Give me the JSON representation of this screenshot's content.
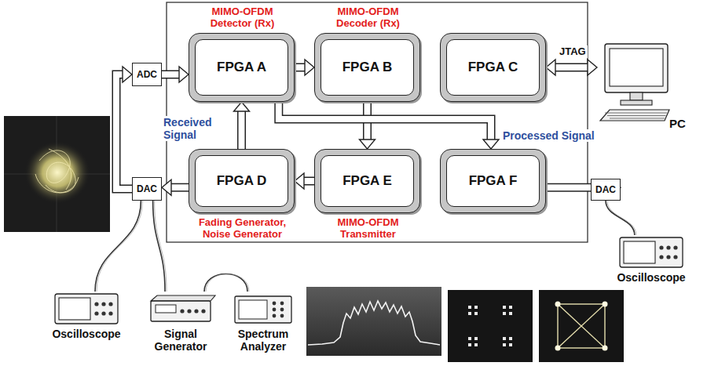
{
  "diagram": {
    "nodes": [
      {
        "text": [
          "MIMO-OFDM Detector (Rx)",
          "FPGA A"
        ]
      },
      {
        "text": [
          "MIMO-OFDM Decoder (Rx)",
          "FPGA B"
        ]
      },
      {
        "text": [
          "FPGA C"
        ]
      },
      {
        "text": [
          "FPGA D",
          "Fading Generator, Noise Generator"
        ]
      },
      {
        "text": [
          "FPGA E",
          "MIMO-OFDM Transmitter"
        ]
      },
      {
        "text": [
          "FPGA F"
        ]
      },
      {
        "text": [
          "ADC"
        ]
      },
      {
        "text": [
          "DAC"
        ]
      },
      {
        "text": [
          "DAC"
        ]
      },
      {
        "text": [
          "PC"
        ]
      },
      {
        "text": [
          "Oscilloscope"
        ]
      },
      {
        "text": [
          "Signal Generator"
        ]
      },
      {
        "text": [
          "Spectrum Analyzer"
        ]
      },
      {
        "text": [
          "Oscilloscope"
        ]
      }
    ],
    "edges": [
      {
        "from": 6,
        "to": 0,
        "arrow": "to"
      },
      {
        "from": 0,
        "to": 1,
        "arrow": "to"
      },
      {
        "from": 1,
        "to": 4,
        "arrow": "to"
      },
      {
        "from": 0,
        "to": 5,
        "label": "Processed Signal",
        "arrow": "to"
      },
      {
        "from": 4,
        "to": 3,
        "arrow": "to"
      },
      {
        "from": 3,
        "to": 0,
        "label": "Received Signal",
        "arrow": "to"
      },
      {
        "from": 3,
        "to": 7,
        "arrow": "to"
      },
      {
        "from": 5,
        "to": 8,
        "arrow": "to"
      },
      {
        "from": 7,
        "to": 6,
        "arrow": "to"
      },
      {
        "from": 2,
        "to": 9,
        "label": "JTAG",
        "arrow": "both"
      },
      {
        "from": 7,
        "to": 10,
        "arrow": "none"
      },
      {
        "from": 7,
        "to": 11,
        "arrow": "none"
      },
      {
        "from": 11,
        "to": 12,
        "arrow": "none"
      },
      {
        "from": 8,
        "to": 13,
        "arrow": "none"
      }
    ]
  }
}
